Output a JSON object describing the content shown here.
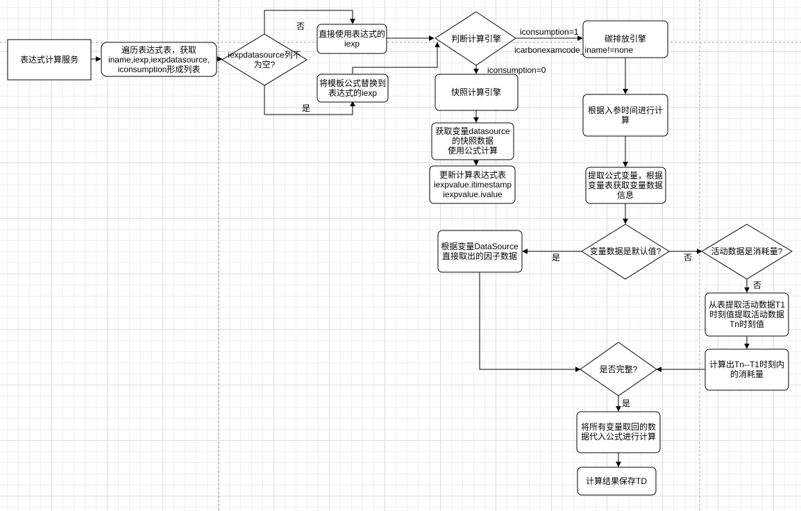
{
  "nodes": {
    "service": [
      "表达式计算服务"
    ],
    "traverse": [
      "遍历表达式表，获取",
      "iname,iexp,iexpdatasource,",
      "iconsumption形成列表"
    ],
    "ds_check": [
      "iexpdatasource列不",
      "为空?"
    ],
    "direct": [
      "直接使用表达式的",
      "iexp"
    ],
    "replace": [
      "将模板公式替换到",
      "表达式的iexp"
    ],
    "judge": [
      "判断计算引擎"
    ],
    "carbon": [
      "碳排放引擎"
    ],
    "snapshot": [
      "快照计算引擎"
    ],
    "snap_fetch": [
      "获取变量datasource",
      "的快照数据",
      "使用公式计算"
    ],
    "snap_update": [
      "更新计算表达式表",
      "iexpvalue.itimestamp",
      "iexpvalue.ivalue"
    ],
    "by_time": [
      "根据入参时间进行计",
      "算"
    ],
    "extract": [
      "提取公式变量，根据",
      "变量表获取变量数据",
      "信息"
    ],
    "is_default": [
      "变量数据是默认值?"
    ],
    "is_consumption": [
      "活动数据是消耗量?"
    ],
    "factor": [
      "根据变量DataSource",
      "直接取出的因子数据"
    ],
    "activity": [
      "从表提取活动数据T1",
      "时刻值提取活动数据",
      "Tn时刻值"
    ],
    "consumption": [
      "计算出Tn--T1时刻内",
      "的消耗量"
    ],
    "complete": [
      "是否完整?"
    ],
    "substitute": [
      "将所有变量取回的数",
      "据代入公式进行计算"
    ],
    "save": [
      "计算结果保存TD"
    ]
  },
  "labels": {
    "no_top": "否",
    "yes_bottom": "是",
    "iconsumption_1": "iconsumption=1",
    "iname_cond": "icarbonexamcode_iname!=none",
    "iconsumption_0": "iconsumption=0",
    "yes_default": "是",
    "no_default": "否",
    "no_consumption": "否",
    "yes_complete": "是"
  }
}
